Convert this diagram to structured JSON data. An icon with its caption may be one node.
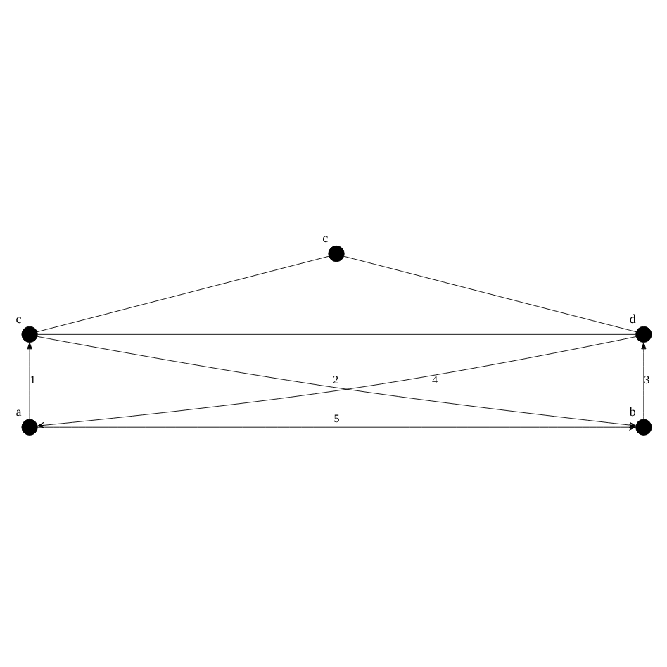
{
  "diagram": {
    "nodes": [
      {
        "text": [],
        "shape": "circle",
        "beside": [
          "c"
        ]
      },
      {
        "text": [],
        "shape": "circle",
        "beside": [
          "c"
        ]
      },
      {
        "text": [],
        "shape": "circle",
        "beside": [
          "d"
        ]
      },
      {
        "text": [],
        "shape": "circle",
        "beside": [
          "a"
        ]
      },
      {
        "text": [],
        "shape": "circle",
        "beside": [
          "b"
        ]
      }
    ],
    "edges": [
      {
        "from": 0,
        "to": 1,
        "arrow": "none"
      },
      {
        "from": 0,
        "to": 2,
        "arrow": "none"
      },
      {
        "from": 1,
        "to": 2,
        "arrow": "none"
      },
      {
        "from": 3,
        "to": 1,
        "arrow": "to",
        "label": "1"
      },
      {
        "from": 1,
        "to": 4,
        "arrow": "to",
        "label": "2"
      },
      {
        "from": 4,
        "to": 2,
        "arrow": "to",
        "label": "3"
      },
      {
        "from": 2,
        "to": 3,
        "arrow": "to",
        "label": "4"
      },
      {
        "from": 3,
        "to": 4,
        "arrow": "to",
        "label": "5"
      }
    ]
  }
}
